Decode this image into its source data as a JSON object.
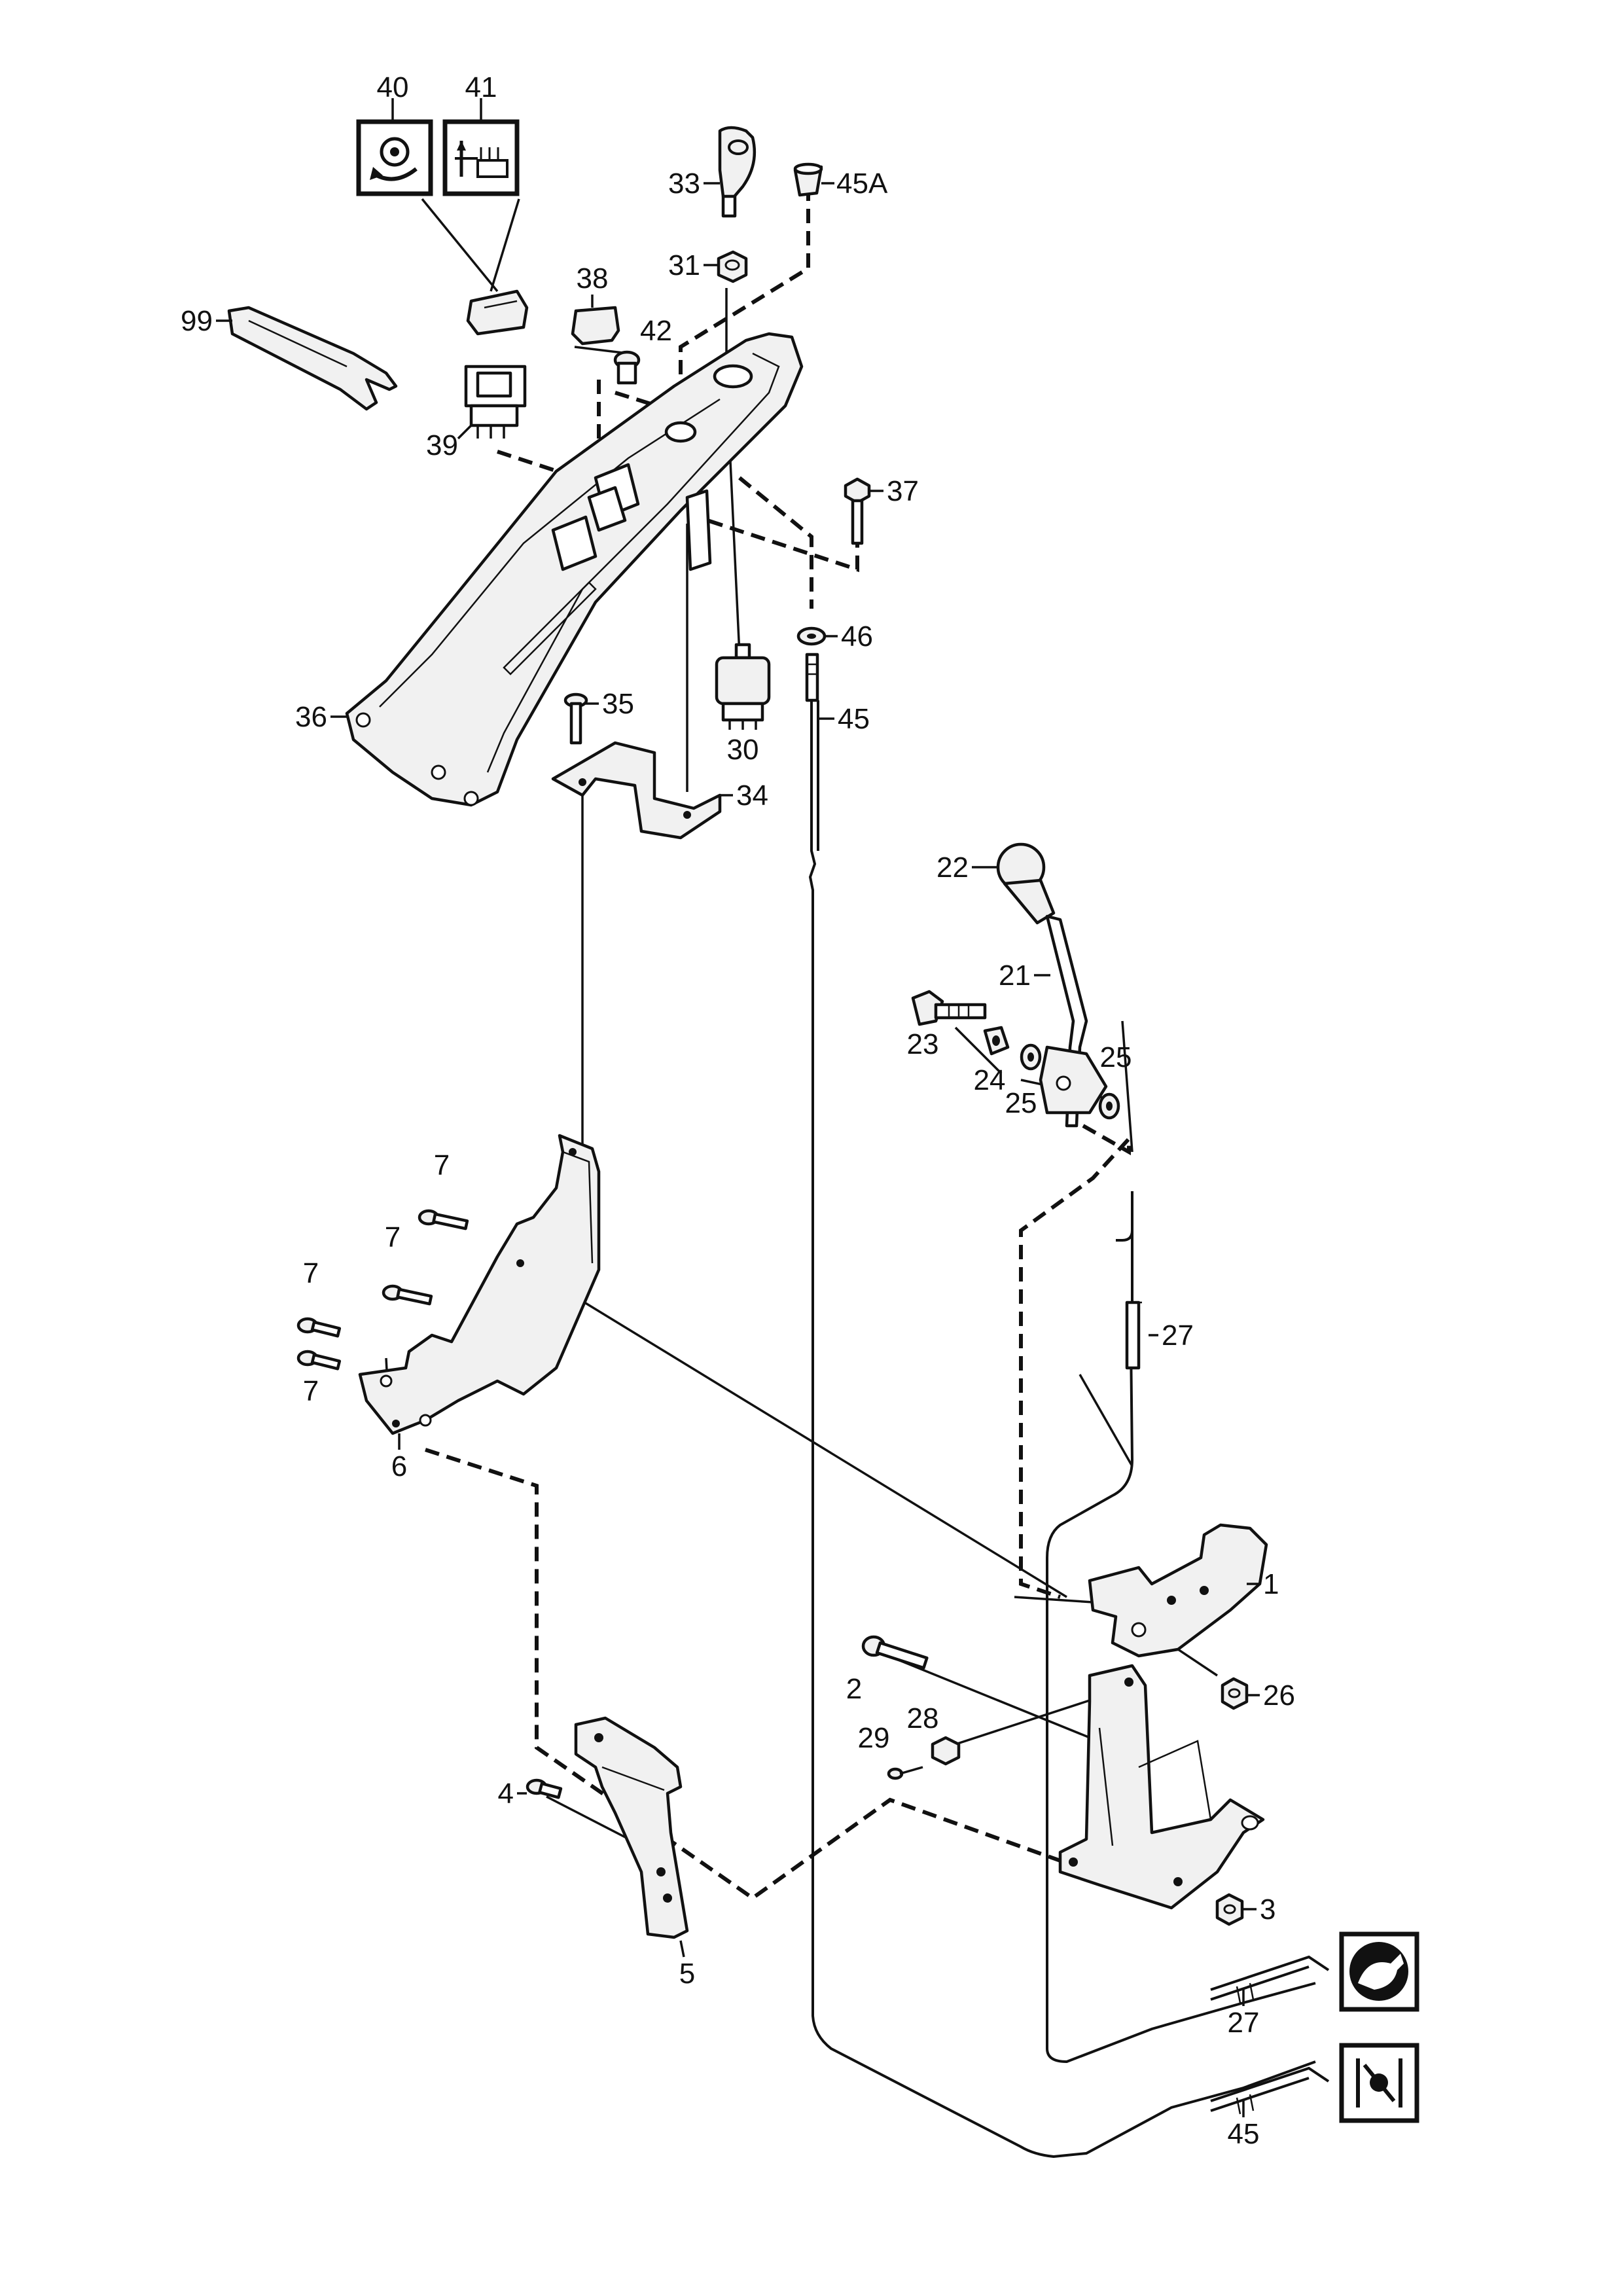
{
  "callouts": {
    "c1": "1",
    "c2": "2",
    "c3": "3",
    "c4": "4",
    "c5": "5",
    "c6": "6",
    "c7": "7",
    "c21": "21",
    "c22": "22",
    "c23": "23",
    "c24": "24",
    "c25": "25",
    "c26": "26",
    "c27": "27",
    "c28": "28",
    "c29": "29",
    "c30": "30",
    "c31": "31",
    "c33": "33",
    "c34": "34",
    "c35": "35",
    "c36": "36",
    "c37": "37",
    "c38": "38",
    "c39": "39",
    "c40": "40",
    "c41": "41",
    "c42": "42",
    "c45": "45",
    "c45a": "45A",
    "c46": "46",
    "c99": "99"
  },
  "icons": {
    "decal_40": "pto-rotation-icon",
    "decal_41": "mower-height-icon",
    "throttle_fast": "rabbit-icon",
    "choke": "choke-icon"
  },
  "colors": {
    "line": "#111111",
    "background": "#ffffff"
  }
}
